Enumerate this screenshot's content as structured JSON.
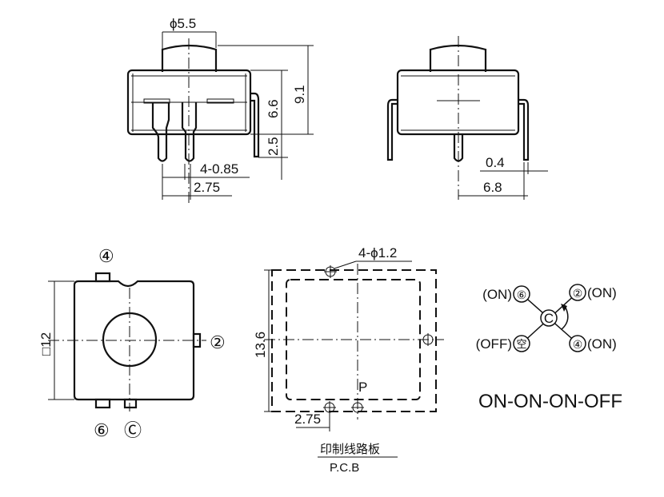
{
  "side_view_left": {
    "dia": "ϕ5.5",
    "h_total": "9.1",
    "h_body": "6.6",
    "h_pin": "2.5",
    "pins": "4-0.85",
    "pitch": "2.75"
  },
  "side_view_right": {
    "thick": "0.4",
    "width": "6.8"
  },
  "top_view": {
    "size": "□12",
    "pin_labels": [
      "④",
      "②",
      "⑥",
      "Ⓒ"
    ]
  },
  "pcb_view": {
    "holes": "4-ϕ1.2",
    "height": "13.6",
    "pitch": "2.75",
    "mark": "P",
    "caption_cn": "印制线路板",
    "caption_en": "P.C.B"
  },
  "schematic": {
    "common": "C",
    "pos6": "⑥",
    "pos6_state": "(ON)",
    "pos2": "②",
    "pos2_state": "(ON)",
    "pos4": "④",
    "pos4_state": "(ON)",
    "posoff": "空",
    "posoff_state": "(OFF)",
    "sequence": "ON-ON-ON-OFF"
  }
}
